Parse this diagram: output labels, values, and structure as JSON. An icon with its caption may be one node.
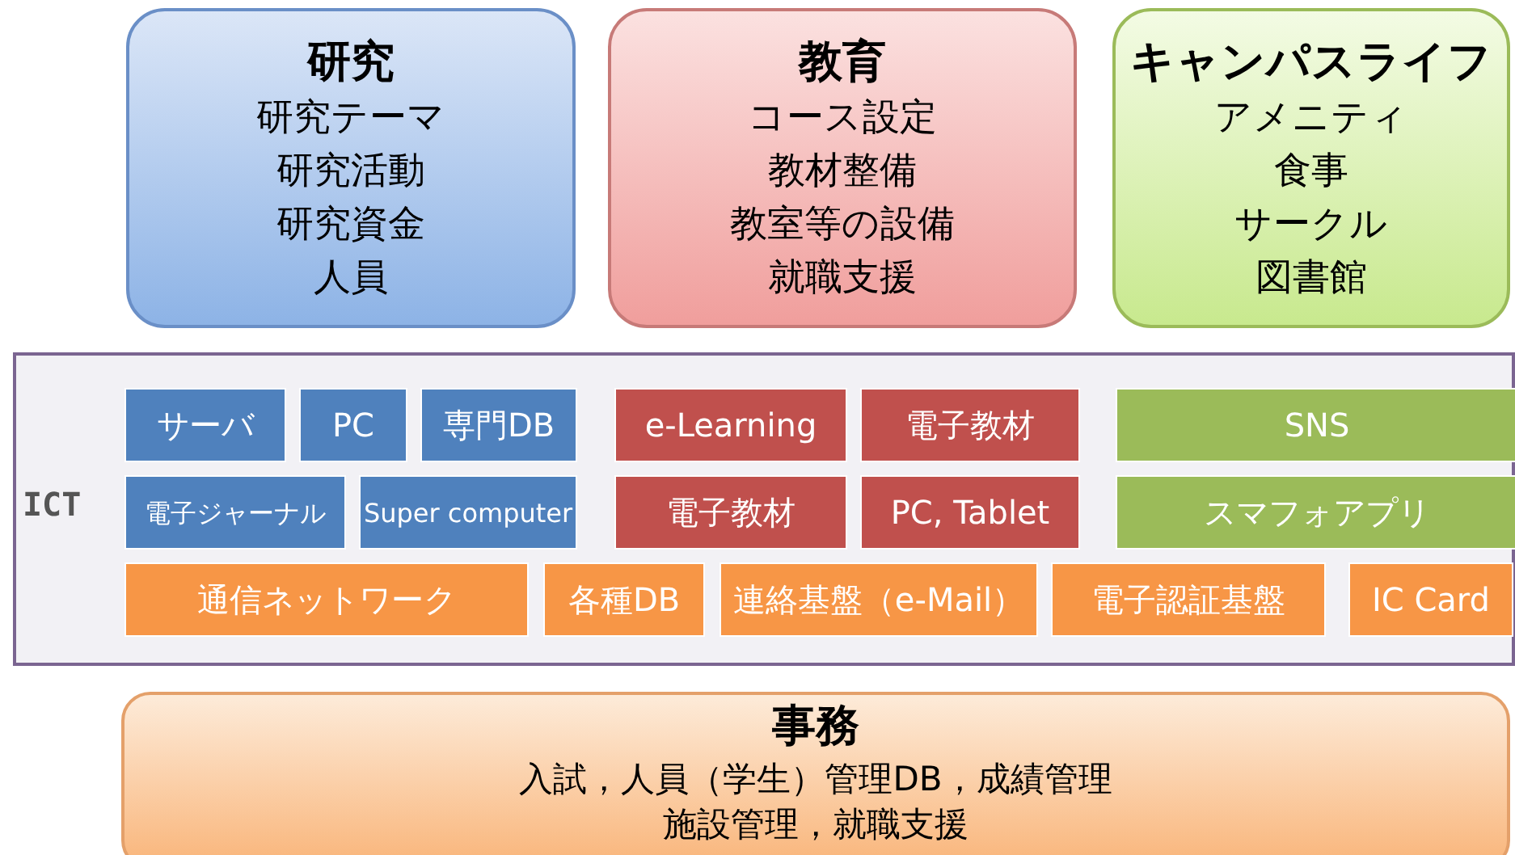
{
  "diagram": {
    "nodes": [
      {
        "text": [
          "研究",
          "研究テーマ",
          "研究活動",
          "研究資金",
          "人員"
        ]
      },
      {
        "text": [
          "教育",
          "コース設定",
          "教材整備",
          "教室等の設備",
          "就職支援"
        ]
      },
      {
        "text": [
          "キャンパスライフ",
          "アメニティ",
          "食事",
          "サークル",
          "図書館"
        ]
      },
      {
        "text": [
          "ICT"
        ]
      },
      {
        "text": [
          "サーバ"
        ],
        "in": 3
      },
      {
        "text": [
          "PC"
        ],
        "in": 3
      },
      {
        "text": [
          "専門DB"
        ],
        "in": 3
      },
      {
        "text": [
          "e-Learning"
        ],
        "in": 3
      },
      {
        "text": [
          "電子教材"
        ],
        "in": 3
      },
      {
        "text": [
          "SNS"
        ],
        "in": 3
      },
      {
        "text": [
          "電子ジャーナル"
        ],
        "in": 3
      },
      {
        "text": [
          "Super computer"
        ],
        "in": 3
      },
      {
        "text": [
          "電子教材"
        ],
        "in": 3
      },
      {
        "text": [
          "PC, Tablet"
        ],
        "in": 3
      },
      {
        "text": [
          "スマフォアプリ"
        ],
        "in": 3
      },
      {
        "text": [
          "通信ネットワーク"
        ],
        "in": 3
      },
      {
        "text": [
          "各種DB"
        ],
        "in": 3
      },
      {
        "text": [
          "連絡基盤（e-Mail）"
        ],
        "in": 3
      },
      {
        "text": [
          "電子認証基盤"
        ],
        "in": 3
      },
      {
        "text": [
          "IC Card"
        ],
        "in": 3
      },
      {
        "text": [
          "事務",
          "入試，人員（学生）管理DB，成績管理",
          "施設管理，就職支援"
        ]
      }
    ],
    "edges": []
  }
}
